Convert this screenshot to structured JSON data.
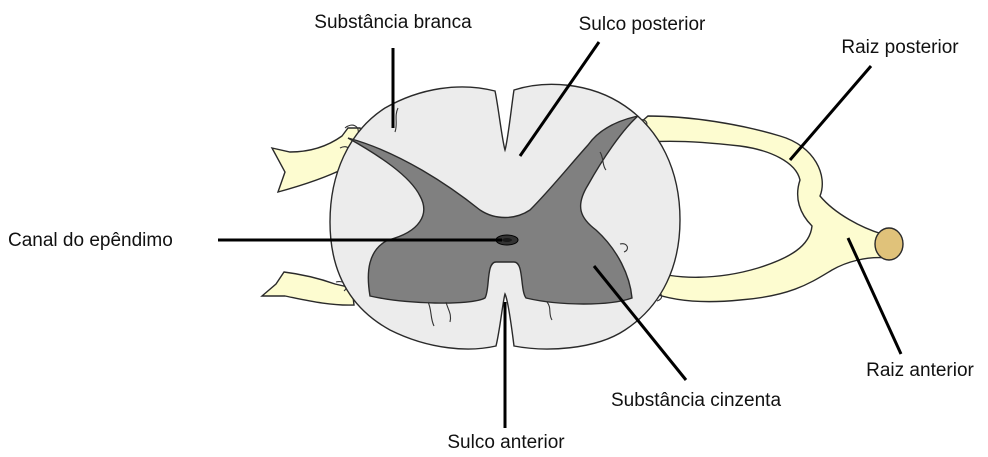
{
  "labels": {
    "substancia_branca": "Substância branca",
    "sulco_posterior": "Sulco posterior",
    "raiz_posterior": "Raiz posterior",
    "canal_do_ependimo": "Canal do epêndimo",
    "raiz_anterior": "Raiz anterior",
    "substancia_cinzenta": "Substância cinzenta",
    "sulco_anterior": "Sulco anterior"
  },
  "colors": {
    "white_matter": "#ececec",
    "gray_matter": "#808080",
    "root": "#fdfcd0",
    "root_stump": "#e0c27a",
    "canal": "#333333",
    "leader": "#000000"
  }
}
